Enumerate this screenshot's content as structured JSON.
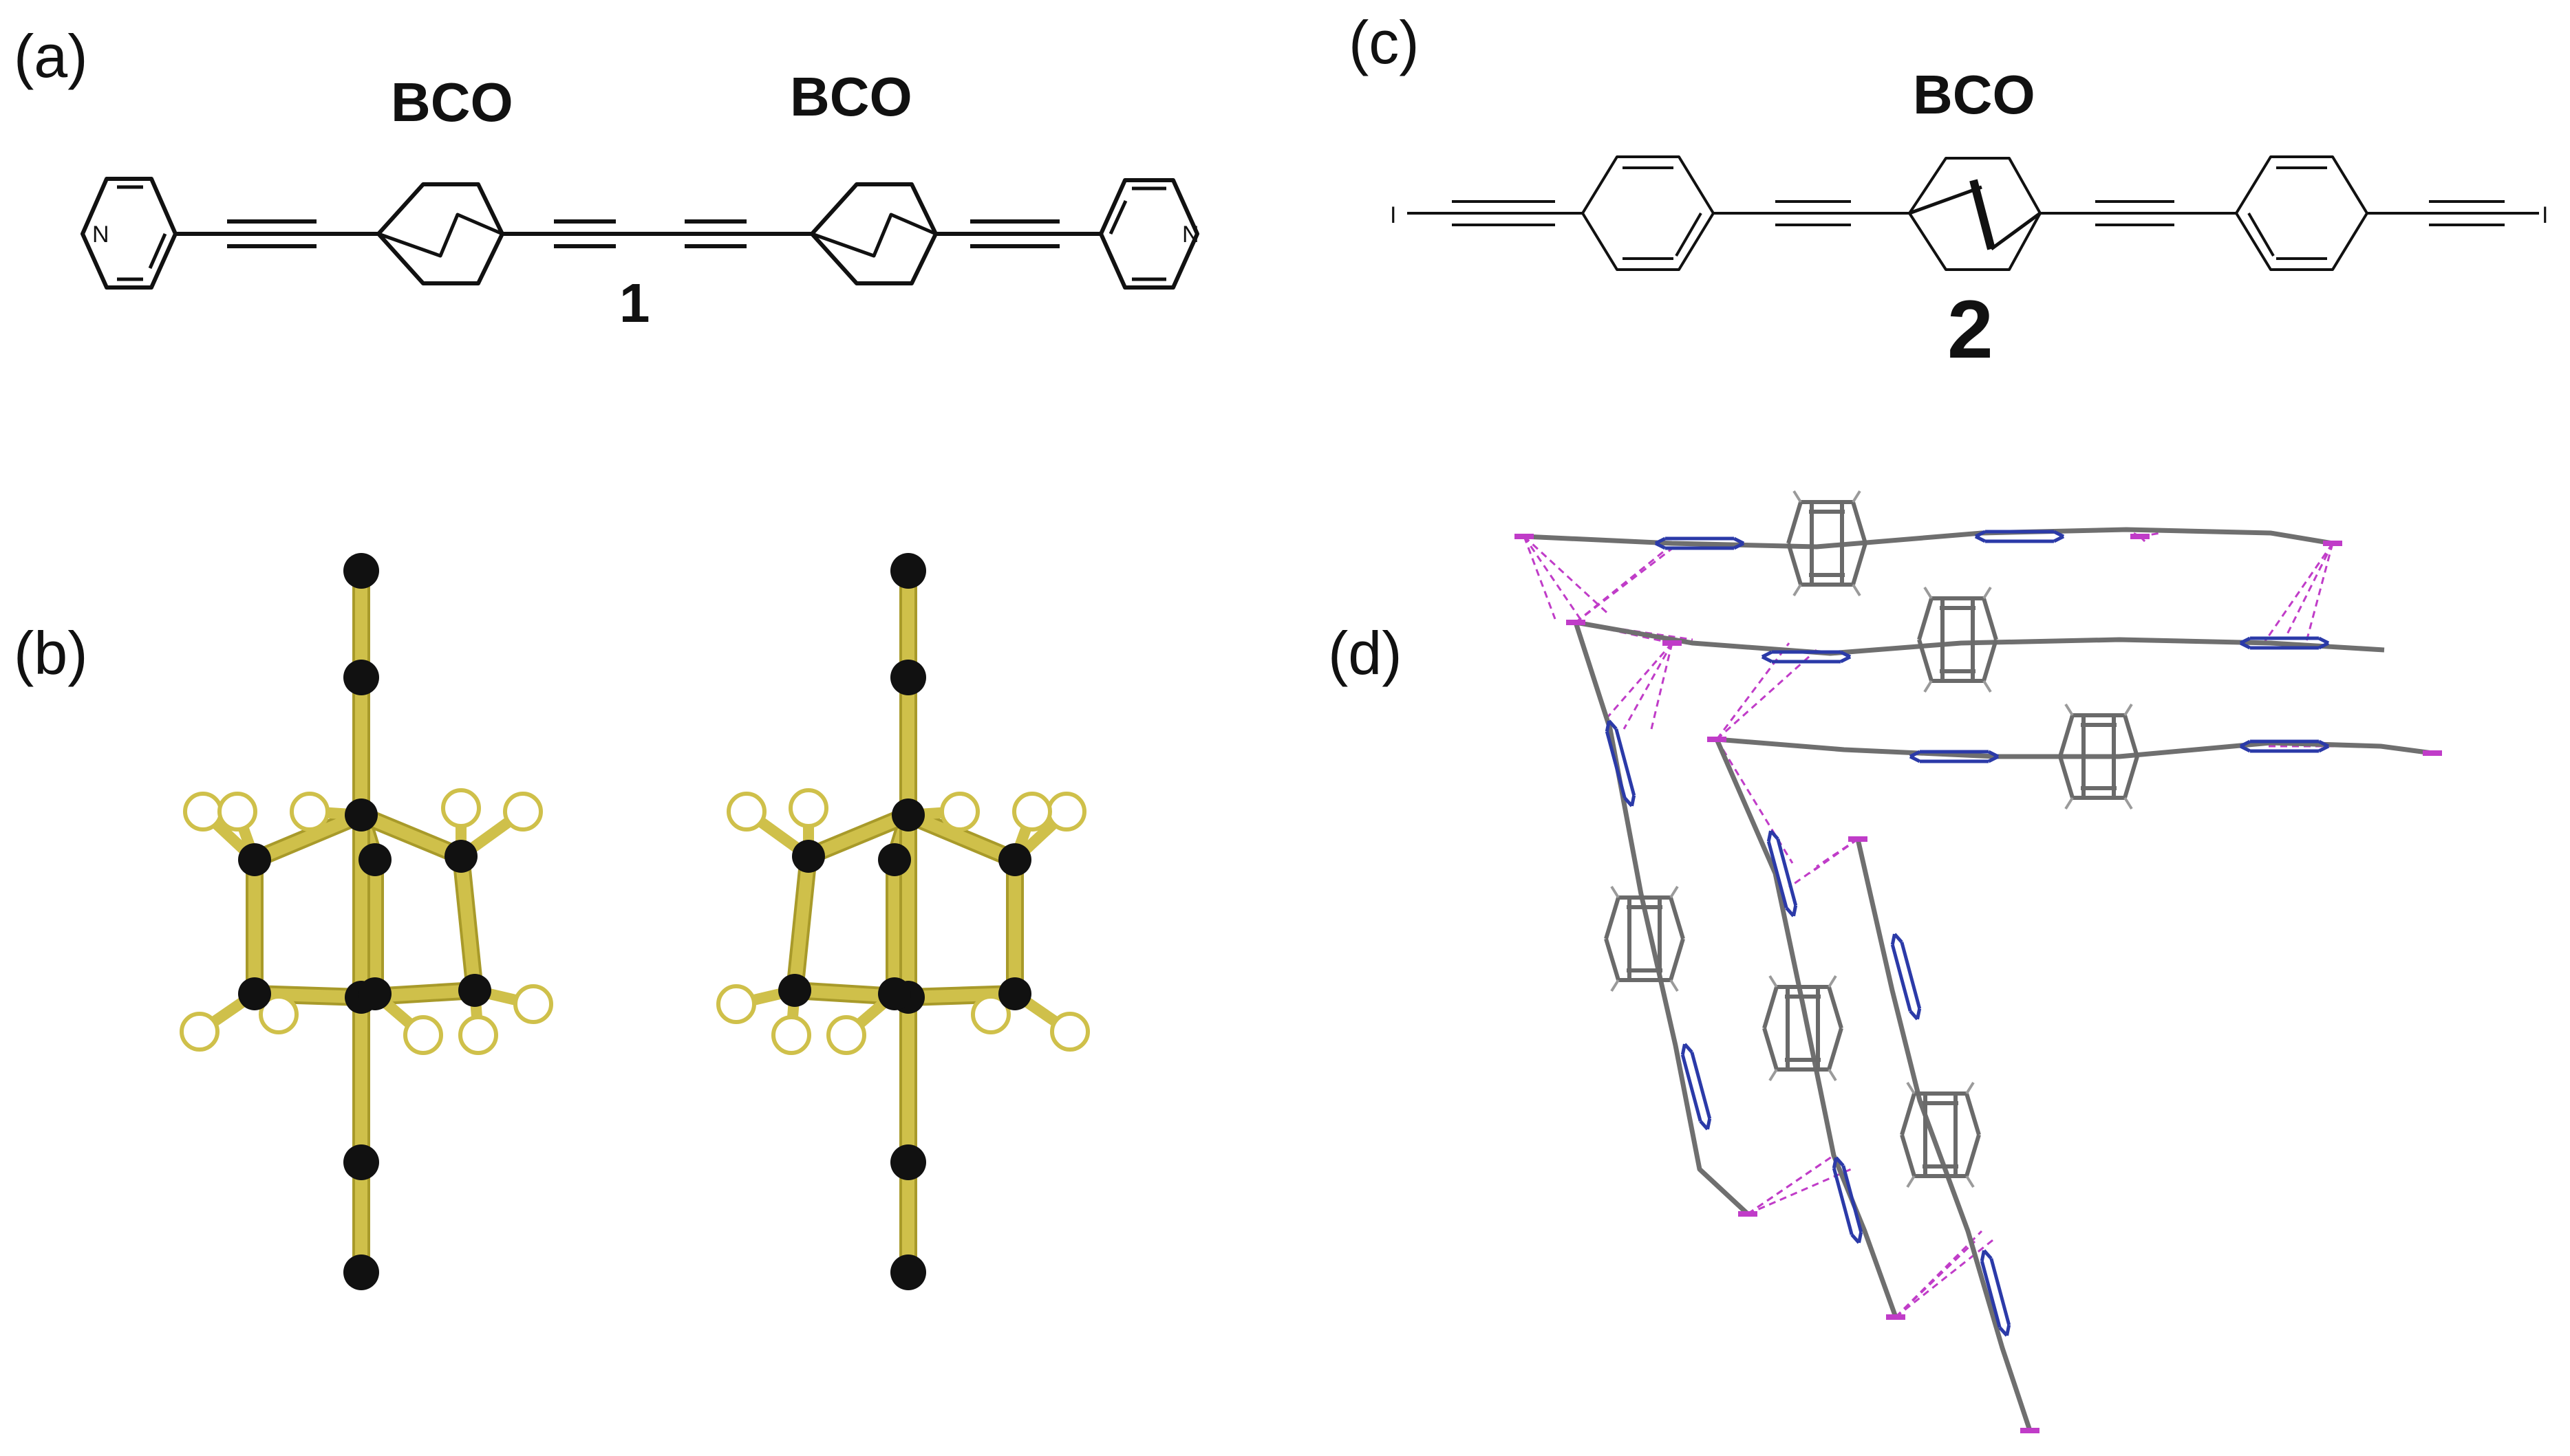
{
  "panels": {
    "a": {
      "label": "(a)",
      "bco_left": "BCO",
      "bco_right": "BCO",
      "compound": "1",
      "atom_left": "N",
      "atom_right": "N"
    },
    "b": {
      "label": "(b)"
    },
    "c": {
      "label": "(c)",
      "bco": "BCO",
      "compound": "2",
      "atom_left": "I",
      "atom_right": "I"
    },
    "d": {
      "label": "(d)"
    }
  },
  "colors": {
    "bond": "#111111",
    "stick_yellow": "#cfc04a",
    "stick_edge": "#a89a2a",
    "atom_black": "#111111",
    "atom_white": "#ffffff",
    "crystal_bond": "#6f6f6f",
    "iodine": "#c03cc8",
    "halogen_contact": "#c03cc8",
    "nitrogen": "#2b3aa8"
  }
}
